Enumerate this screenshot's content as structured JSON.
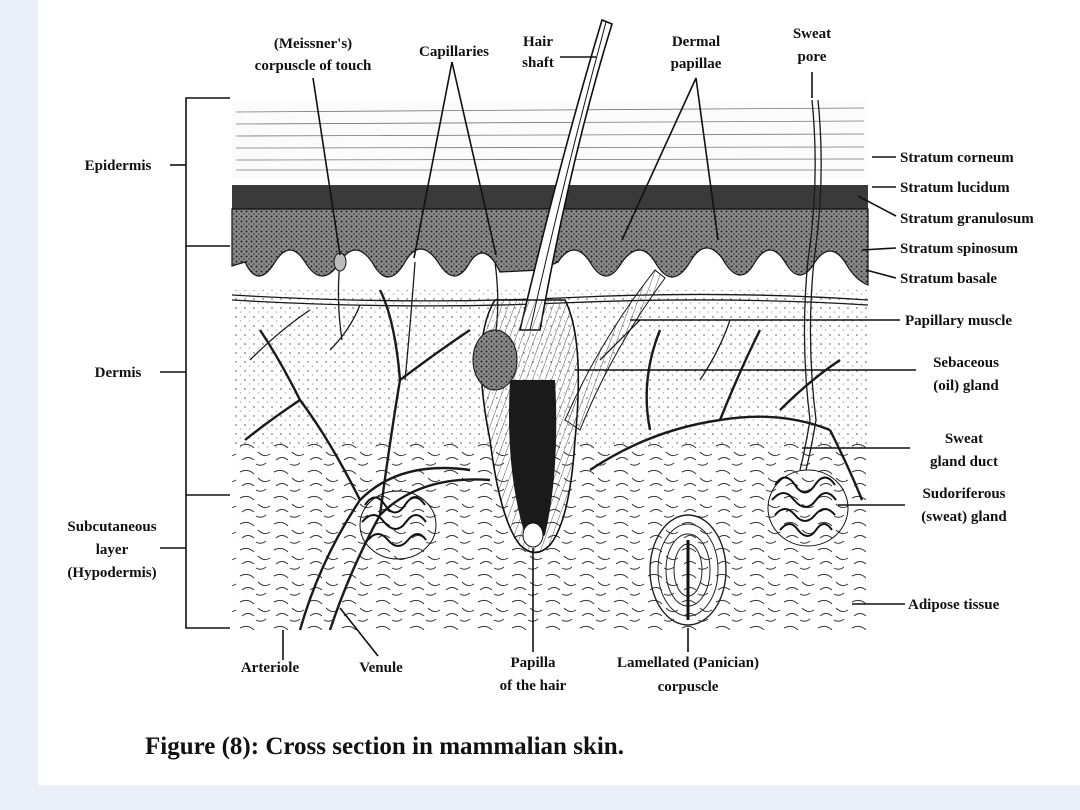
{
  "figure": {
    "caption": "Figure (8): Cross section in mammalian skin."
  },
  "labels": {
    "meissner_line1": "(Meissner's)",
    "meissner_line2": "corpuscle of touch",
    "capillaries": "Capillaries",
    "hair_shaft_line1": "Hair",
    "hair_shaft_line2": "shaft",
    "dermal_papillae_line1": "Dermal",
    "dermal_papillae_line2": "papillae",
    "sweat_pore_line1": "Sweat",
    "sweat_pore_line2": "pore",
    "epidermis": "Epidermis",
    "dermis": "Dermis",
    "subcutaneous_line1": "Subcutaneous",
    "subcutaneous_line2": "layer",
    "subcutaneous_line3": "(Hypodermis)",
    "stratum_corneum": "Stratum corneum",
    "stratum_lucidum": "Stratum lucidum",
    "stratum_granulosum": "Stratum granulosum",
    "stratum_spinosum": "Stratum spinosum",
    "stratum_basale": "Stratum basale",
    "papillary_muscle": "Papillary muscle",
    "sebaceous_line1": "Sebaceous",
    "sebaceous_line2": "(oil) gland",
    "sweat_duct_line1": "Sweat",
    "sweat_duct_line2": "gland duct",
    "sudoriferous_line1": "Sudoriferous",
    "sudoriferous_line2": "(sweat) gland",
    "adipose": "Adipose tissue",
    "arteriole": "Arteriole",
    "venule": "Venule",
    "papilla_line1": "Papilla",
    "papilla_line2": "of the hair",
    "lamellated_line1": "Lamellated (Panician)",
    "lamellated_line2": "corpuscle"
  }
}
